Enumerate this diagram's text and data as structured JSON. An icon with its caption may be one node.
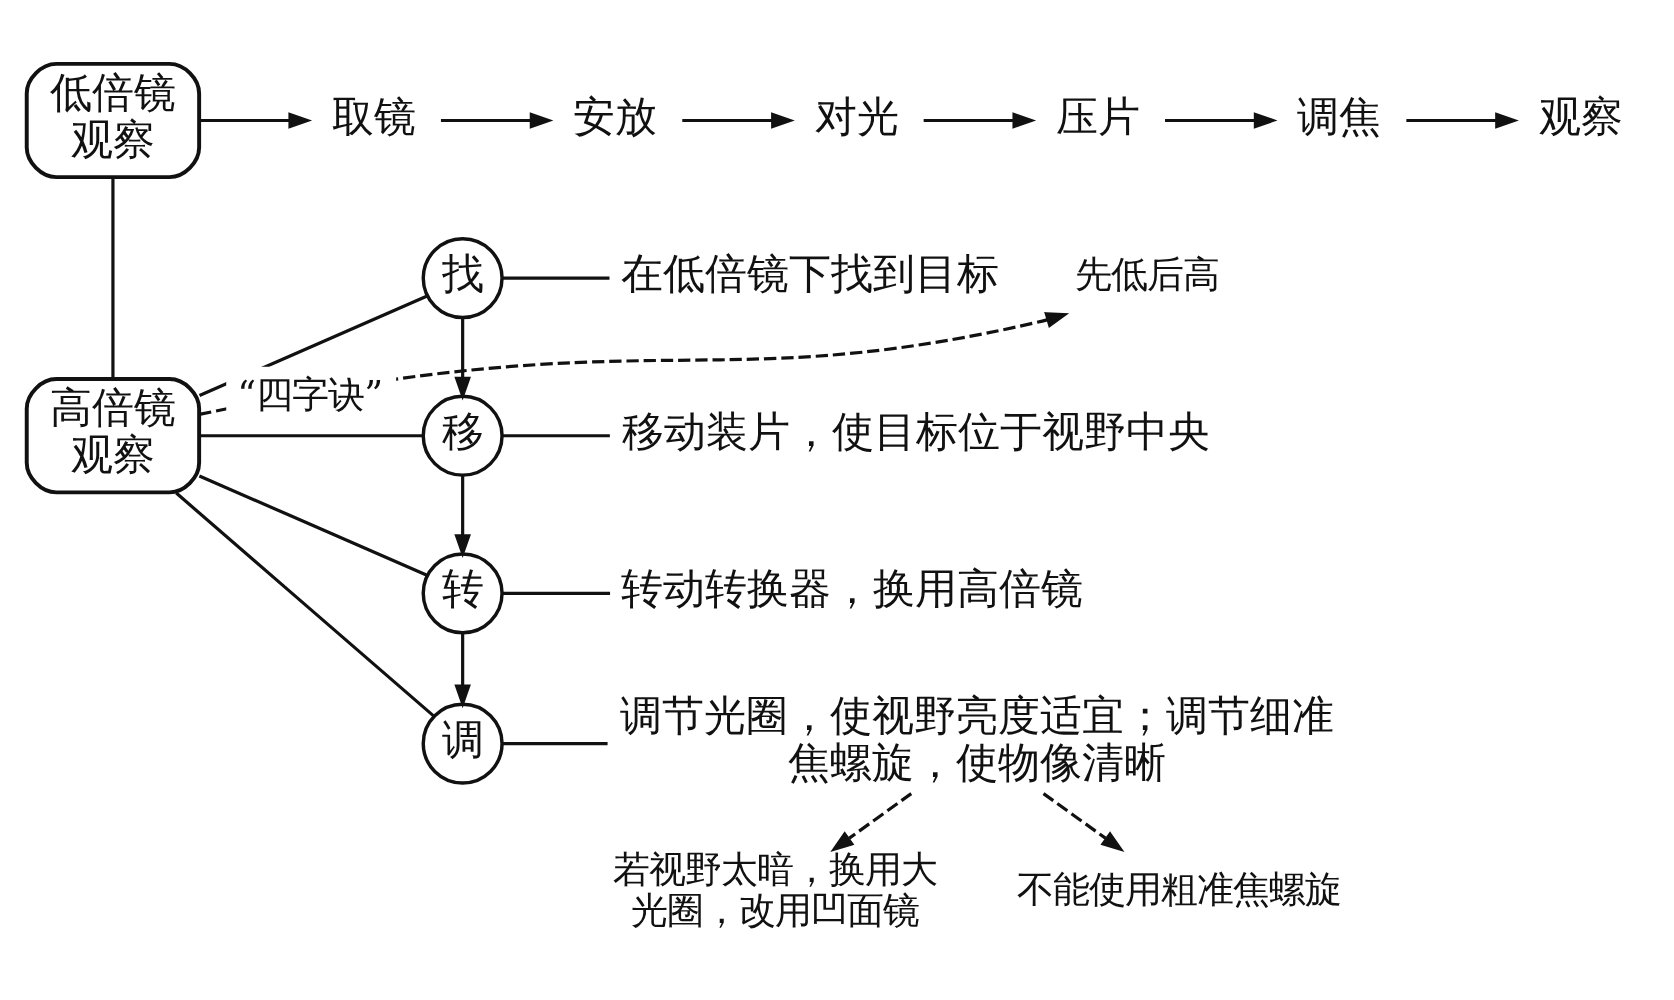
{
  "diagram": {
    "nodes": [
      {
        "text": [
          "低倍镜观察"
        ]
      },
      {
        "text": [
          "取镜"
        ]
      },
      {
        "text": [
          "安放"
        ]
      },
      {
        "text": [
          "对光"
        ]
      },
      {
        "text": [
          "压片"
        ]
      },
      {
        "text": [
          "调焦"
        ]
      },
      {
        "text": [
          "观察"
        ]
      },
      {
        "text": [
          "高倍镜观察"
        ]
      },
      {
        "text": [
          "先低后高"
        ]
      },
      {
        "text": [
          "找"
        ]
      },
      {
        "text": [
          "在低倍镜下找到目标"
        ]
      },
      {
        "text": [
          "移"
        ]
      },
      {
        "text": [
          "移动装片，使目标位于视野中央"
        ]
      },
      {
        "text": [
          "转"
        ]
      },
      {
        "text": [
          "转动转换器，换用高倍镜"
        ]
      },
      {
        "text": [
          "调"
        ]
      },
      {
        "text": [
          "调节光圈，使视野亮度适宜；调节细准焦螺旋，使物像清晰"
        ]
      },
      {
        "text": [
          "若视野太暗，换用大光圈，改用凹面镜"
        ]
      },
      {
        "text": [
          "不能使用粗准焦螺旋"
        ]
      }
    ],
    "edges": [
      {
        "from": 0,
        "to": 1,
        "arrow": "to"
      },
      {
        "from": 1,
        "to": 2,
        "arrow": "to"
      },
      {
        "from": 2,
        "to": 3,
        "arrow": "to"
      },
      {
        "from": 3,
        "to": 4,
        "arrow": "to"
      },
      {
        "from": 4,
        "to": 5,
        "arrow": "to"
      },
      {
        "from": 5,
        "to": 6,
        "arrow": "to"
      },
      {
        "from": 0,
        "to": 7,
        "arrow": "none"
      },
      {
        "from": 7,
        "to": 8,
        "arrow": "to",
        "style": "dashed"
      },
      {
        "from": 7,
        "to": 9,
        "arrow": "none"
      },
      {
        "from": 7,
        "to": 11,
        "arrow": "none",
        "label": "“四字诀”"
      },
      {
        "from": 7,
        "to": 13,
        "arrow": "none"
      },
      {
        "from": 7,
        "to": 15,
        "arrow": "none"
      },
      {
        "from": 9,
        "to": 10,
        "arrow": "none"
      },
      {
        "from": 9,
        "to": 11,
        "arrow": "to"
      },
      {
        "from": 11,
        "to": 12,
        "arrow": "none"
      },
      {
        "from": 11,
        "to": 13,
        "arrow": "to"
      },
      {
        "from": 13,
        "to": 14,
        "arrow": "none"
      },
      {
        "from": 13,
        "to": 15,
        "arrow": "to"
      },
      {
        "from": 15,
        "to": 16,
        "arrow": "none"
      },
      {
        "from": 16,
        "to": 17,
        "arrow": "to",
        "style": "dashed"
      },
      {
        "from": 16,
        "to": 18,
        "arrow": "to",
        "style": "dashed"
      }
    ]
  }
}
